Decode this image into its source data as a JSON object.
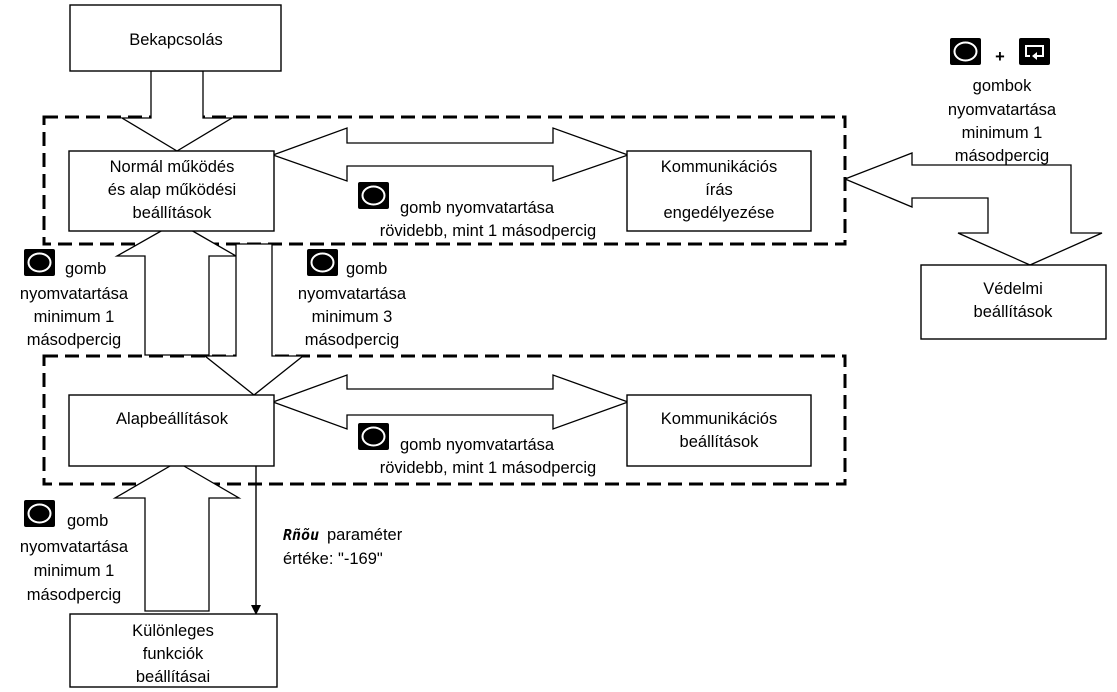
{
  "nodes": {
    "power_on": "Bekapcsolás",
    "normal": [
      "Normál működés",
      "és alap működési",
      "beállítások"
    ],
    "comm_write": [
      "Kommunikációs",
      "írás",
      "engedélyezése"
    ],
    "protection": [
      "Védelmi",
      "beállítások"
    ],
    "basic": "Alapbeállítások",
    "comm_settings": [
      "Kommunikációs",
      "beállítások"
    ],
    "special": [
      "Különleges",
      "funkciók",
      "beállításai"
    ]
  },
  "labels": {
    "top_short": [
      "gomb nyomvatartása",
      "rövidebb, mint 1 másodpercig"
    ],
    "mid_short": [
      "gomb nyomvatartása",
      "rövidebb, mint 1 másodpercig"
    ],
    "left_up_1s": [
      "gomb",
      "nyomvatartása",
      "minimum 1",
      "másodpercig"
    ],
    "down_3s": [
      "gomb",
      "nyomvatartása",
      "minimum 3",
      "másodpercig"
    ],
    "bottom_up_1s": [
      "gomb",
      "nyomvatartása",
      "minimum 1",
      "másodpercig"
    ],
    "combo_plus": "+",
    "combo": [
      "gombok",
      "nyomvatartása",
      "minimum 1",
      "másodpercig"
    ],
    "param_code": "Rñõu",
    "param": [
      "paraméter",
      "értéke: \"-169\""
    ]
  },
  "icons": [
    "round-button-icon",
    "cycle-button-icon"
  ],
  "colors": {
    "ink": "#000000",
    "paper": "#ffffff"
  }
}
